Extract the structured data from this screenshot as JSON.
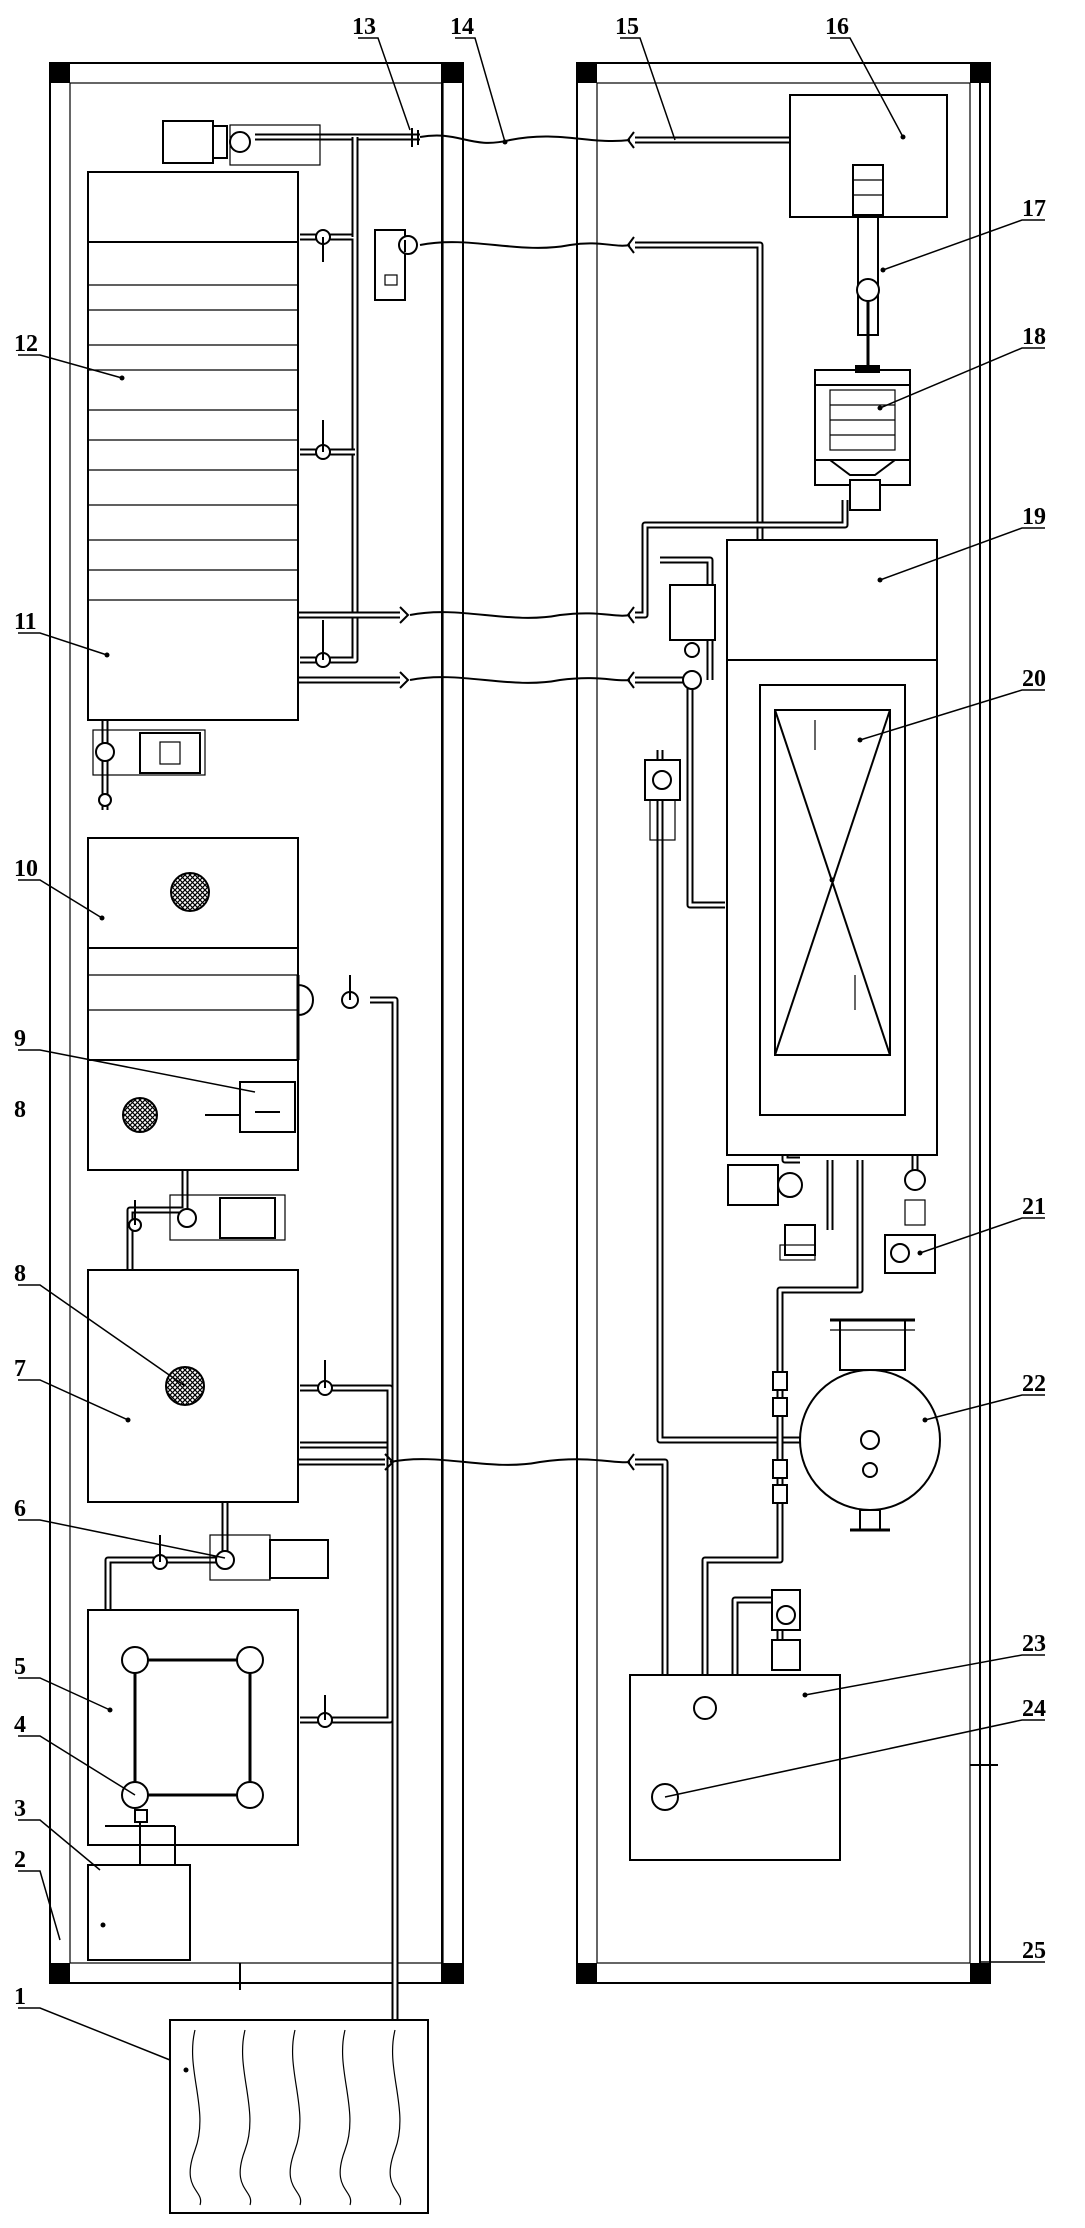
{
  "labels": {
    "l1": "1",
    "l2": "2",
    "l3": "3",
    "l4": "4",
    "l5": "5",
    "l6": "6",
    "l7": "7",
    "l8a": "8",
    "l8b": "8",
    "l9": "9",
    "l10": "10",
    "l11": "11",
    "l12": "12",
    "l13": "13",
    "l14": "14",
    "l15": "15",
    "l16": "16",
    "l17": "17",
    "l18": "18",
    "l19": "19",
    "l20": "20",
    "l21": "21",
    "l22": "22",
    "l23": "23",
    "l24": "24",
    "l25": "25"
  },
  "colors": {
    "line": "#000000",
    "background": "#ffffff"
  }
}
